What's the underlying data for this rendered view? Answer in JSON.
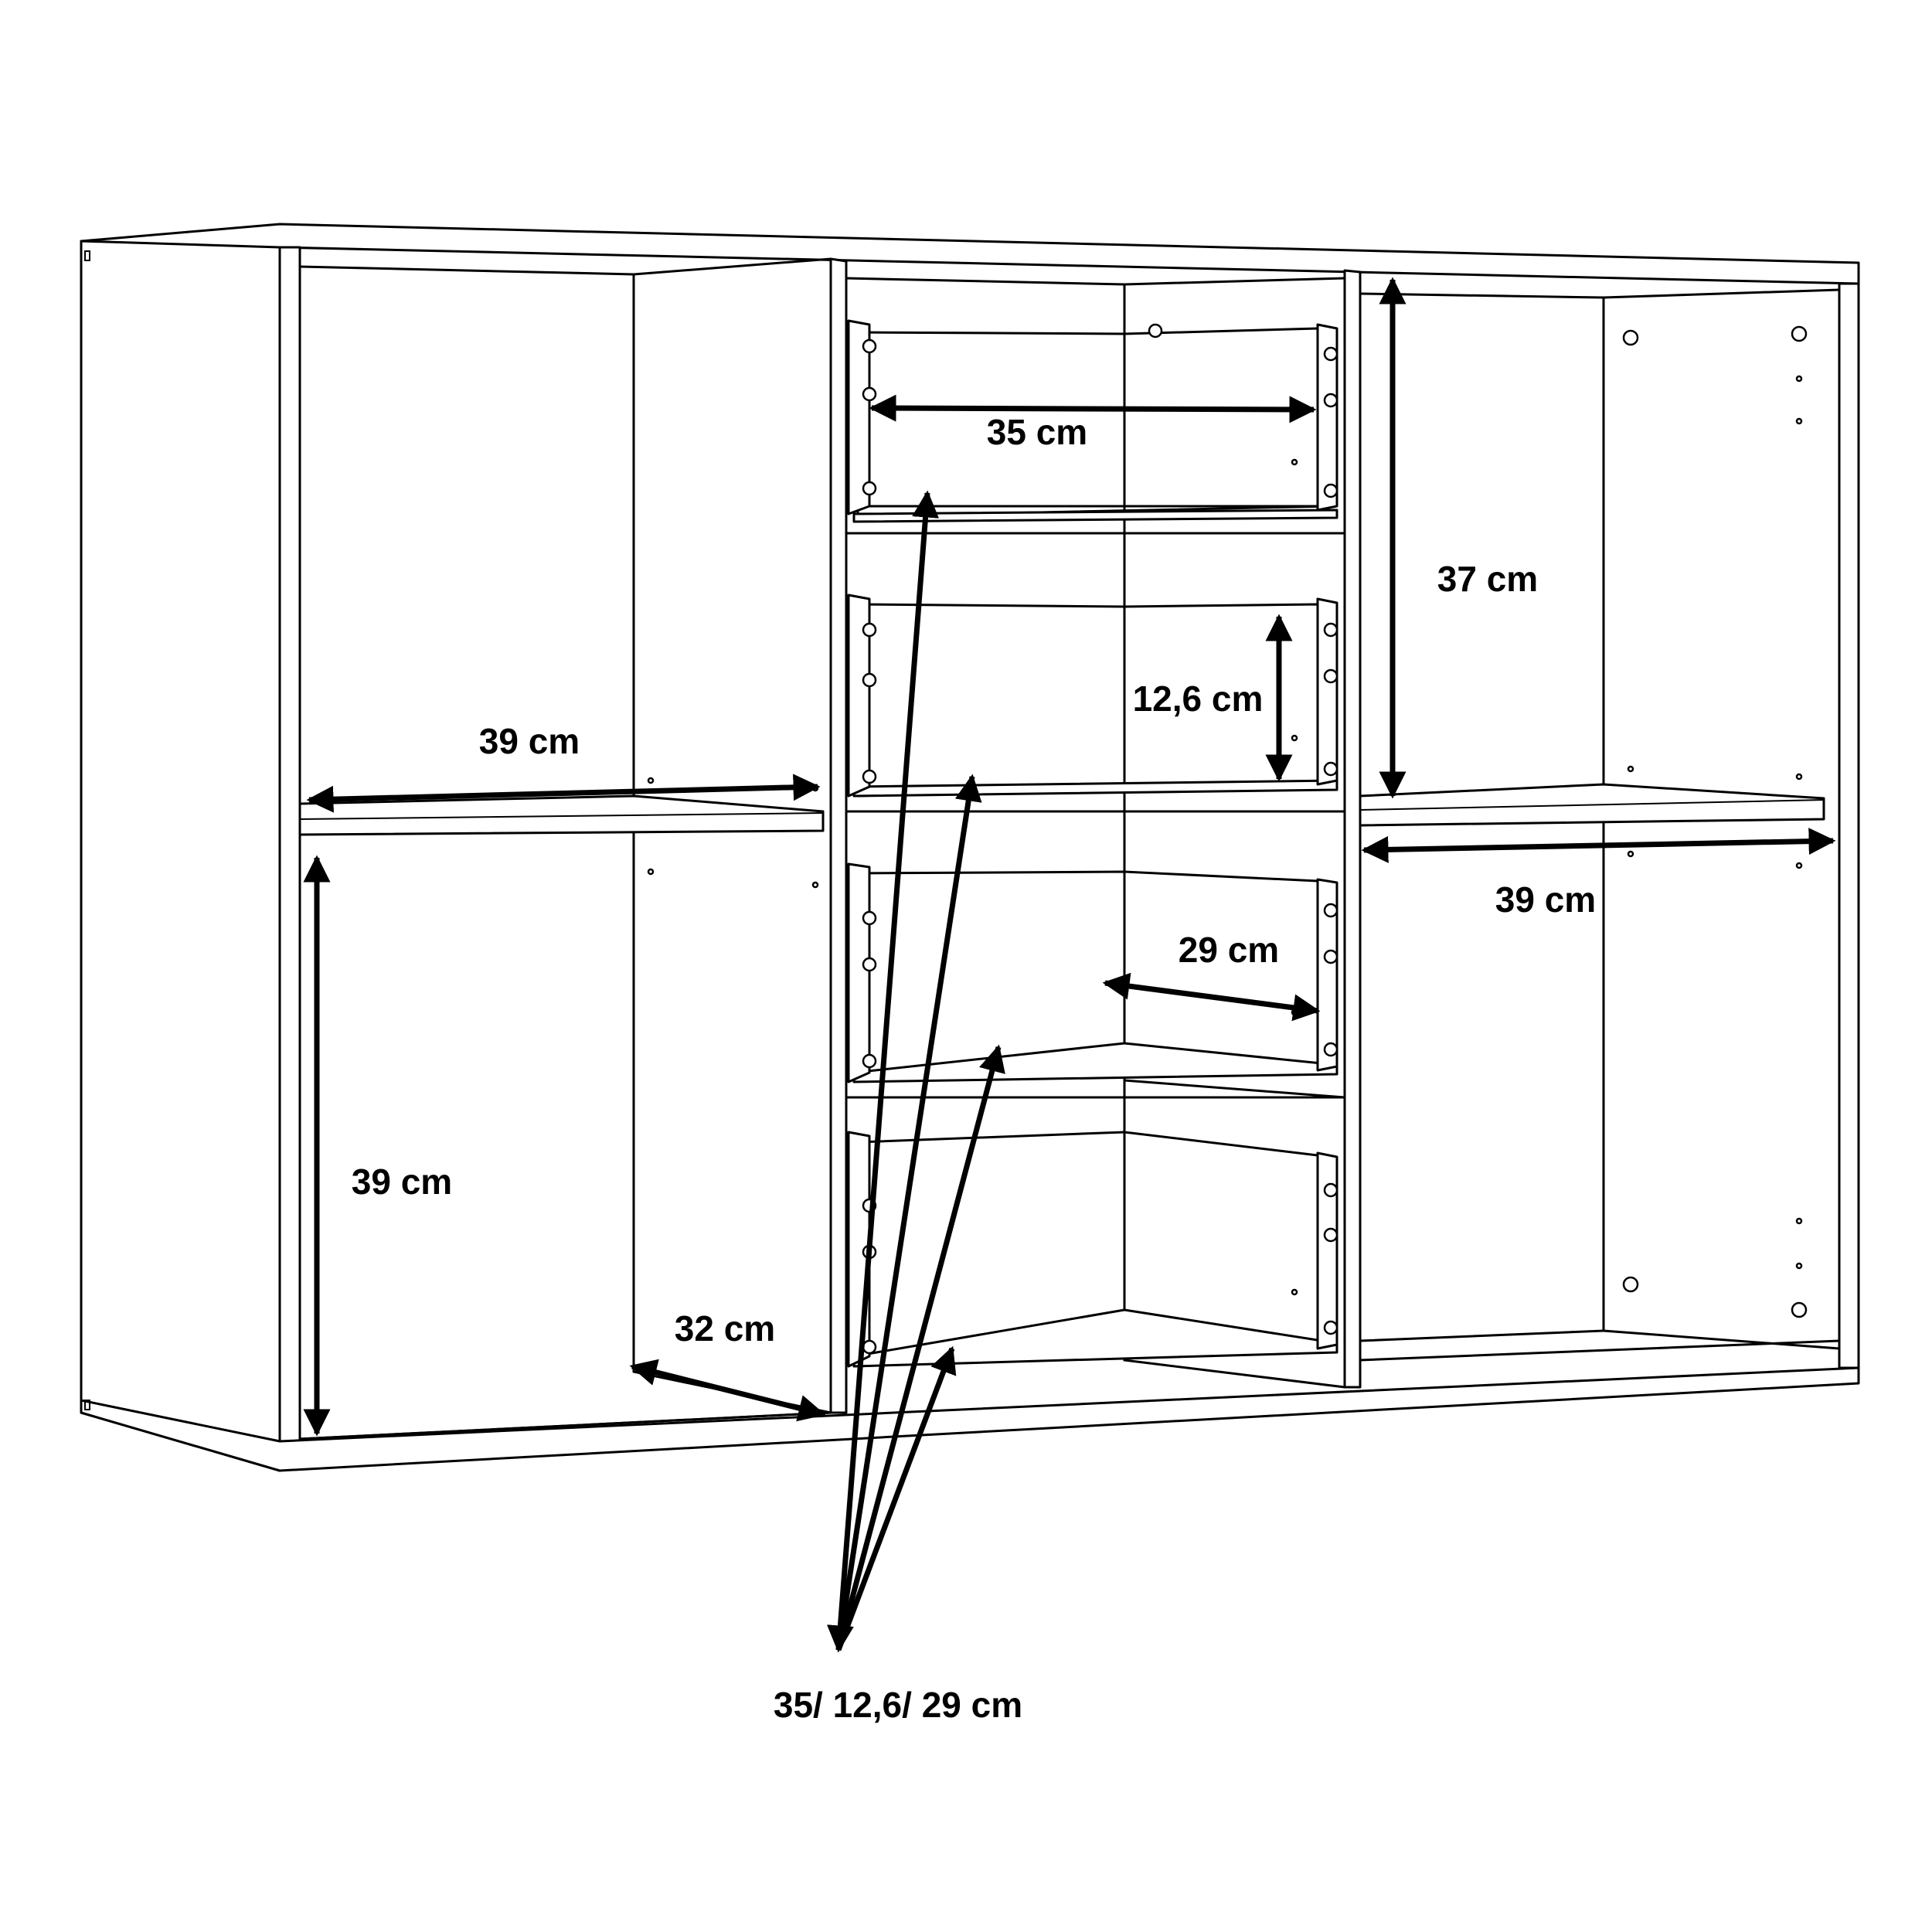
{
  "colors": {
    "line": "#000000",
    "background": "#ffffff"
  },
  "dimensions": {
    "left_shelf_width": "39 cm",
    "left_lower_height": "39 cm",
    "left_depth": "32 cm",
    "drawer_width": "35 cm",
    "drawer_height": "12,6 cm",
    "drawer_depth": "29 cm",
    "right_upper_height": "37 cm",
    "right_shelf_width": "39 cm",
    "drawer_summary": "35/ 12,6/ 29 cm"
  }
}
